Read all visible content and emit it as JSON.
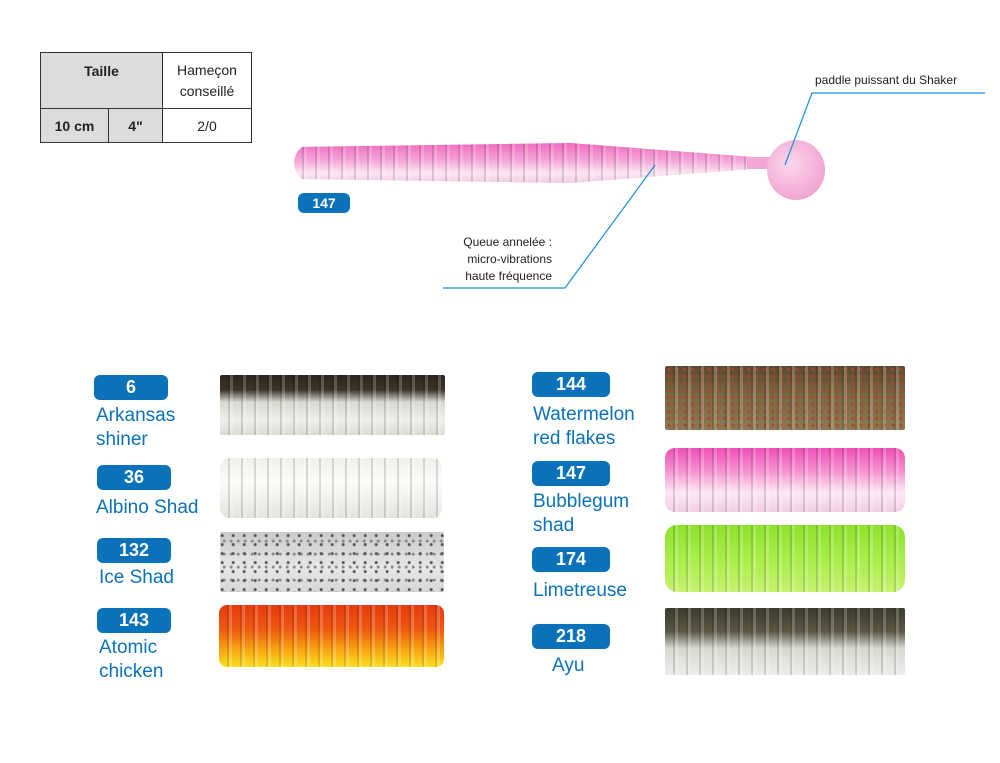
{
  "spec_table": {
    "size_header": "Taille",
    "hook_header_line1": "Hameçon",
    "hook_header_line2": "conseillé",
    "size_cm": "10 cm",
    "size_in": "4\"",
    "hook": "2/0"
  },
  "hero": {
    "badge": "147",
    "callout_paddle": "paddle puissant du Shaker",
    "callout_tail_line1": "Queue annelée :",
    "callout_tail_line2": "micro-vibrations",
    "callout_tail_line3": "haute fréquence"
  },
  "colors_left": [
    {
      "code": "6",
      "name_line1": "Arkansas",
      "name_line2": "shiner"
    },
    {
      "code": "36",
      "name_line1": "Albino Shad",
      "name_line2": ""
    },
    {
      "code": "132",
      "name_line1": "Ice Shad",
      "name_line2": ""
    },
    {
      "code": "143",
      "name_line1": "Atomic",
      "name_line2": "chicken"
    }
  ],
  "colors_right": [
    {
      "code": "144",
      "name_line1": "Watermelon",
      "name_line2": "red flakes"
    },
    {
      "code": "147",
      "name_line1": "Bubblegum",
      "name_line2": "shad"
    },
    {
      "code": "174",
      "name_line1": "Limetreuse",
      "name_line2": ""
    },
    {
      "code": "218",
      "name_line1": "Ayu",
      "name_line2": ""
    }
  ],
  "accent": "#0a72b8"
}
